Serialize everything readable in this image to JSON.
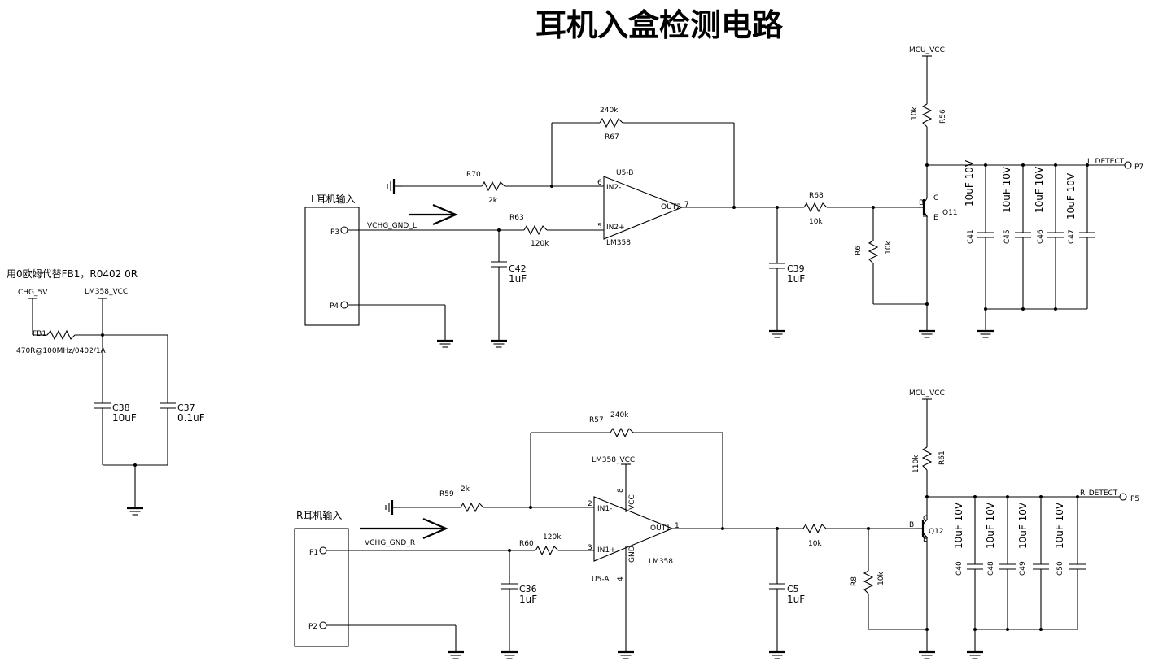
{
  "title": "耳机入盒检测电路",
  "note": "用0欧姆代替FB1，R0402 0R",
  "power": {
    "chg_5v": "CHG_5V",
    "lm358_vcc": "LM358_VCC",
    "mcu_vcc": "MCU_VCC"
  },
  "nets": {
    "vchg_gnd_l": "VCHG_GND_L",
    "vchg_gnd_r": "VCHG_GND_R",
    "l_detect": "L_DETECT",
    "r_detect": "R_DETECT"
  },
  "connectors": {
    "left_label": "L耳机输入",
    "right_label": "R耳机输入",
    "p3": "P3",
    "p4": "P4",
    "p1": "P1",
    "p2": "P2",
    "p7": "P7",
    "p5": "P5"
  },
  "filter": {
    "fb1_ref": "FB1",
    "fb1_value": "470R@100MHz/0402/1A",
    "c38_ref": "C38",
    "c38_value": "10uF",
    "c37_ref": "C37",
    "c37_value": "0.1uF"
  },
  "left_channel": {
    "r67_ref": "R67",
    "r67_value": "240k",
    "r70_ref": "R70",
    "r70_value": "2k",
    "r63_ref": "R63",
    "r63_value": "120k",
    "c42_ref": "C42",
    "c42_value": "1uF",
    "op_ref": "U5-B",
    "op_part": "LM358",
    "pin_in_neg": "IN2-",
    "pin_in_pos": "IN2+",
    "pin_out": "OUT2",
    "pin6": "6",
    "pin5": "5",
    "pin7": "7",
    "c39_ref": "C39",
    "c39_value": "1uF",
    "r68_ref": "R68",
    "r68_value": "10k",
    "r6_ref": "R6",
    "r6_value": "10k",
    "q_ref": "Q11",
    "q_b": "B",
    "q_c": "C",
    "q_e": "E",
    "r56_ref": "R56",
    "r56_value": "10k",
    "caps": [
      {
        "ref": "C41",
        "value": "10uF 10V"
      },
      {
        "ref": "C45",
        "value": "10uF 10V"
      },
      {
        "ref": "C46",
        "value": "10uF 10V"
      },
      {
        "ref": "C47",
        "value": "10uF 10V"
      }
    ]
  },
  "right_channel": {
    "r57_ref": "R57",
    "r57_value": "240k",
    "r59_ref": "R59",
    "r59_value": "2k",
    "r60_ref": "R60",
    "r60_value": "120k",
    "c36_ref": "C36",
    "c36_value": "1uF",
    "op_ref": "U5-A",
    "op_part": "LM358",
    "op_vcc": "LM358_VCC",
    "pin_in_neg": "IN1-",
    "pin_in_pos": "IN1+",
    "pin_out": "OUT1",
    "pin_vcc": "VCC",
    "pin_gnd": "GND",
    "pin2": "2",
    "pin3": "3",
    "pin1": "1",
    "pin8": "8",
    "pin4": "4",
    "c5_ref": "C5",
    "c5_value": "1uF",
    "r_series_value": "10k",
    "r8_ref": "R8",
    "r8_value": "10k",
    "q_ref": "Q12",
    "q_b": "B",
    "q_c": "C",
    "q_e": "E",
    "r61_ref": "R61",
    "r61_value": "110k",
    "caps": [
      {
        "ref": "C40",
        "value": "10uF 10V"
      },
      {
        "ref": "C48",
        "value": "10uF 10V"
      },
      {
        "ref": "C49",
        "value": "10uF 10V"
      },
      {
        "ref": "C50",
        "value": "10uF 10V"
      }
    ]
  }
}
